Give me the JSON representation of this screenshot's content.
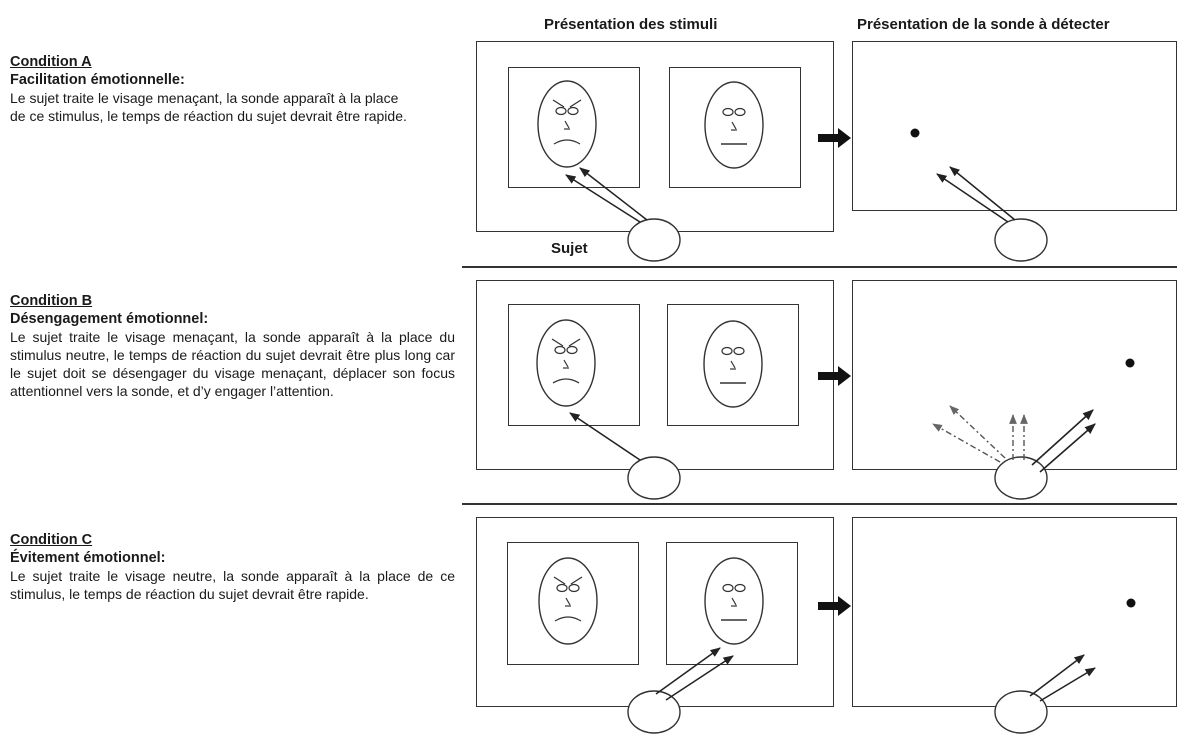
{
  "headers": {
    "stimuli": "Présentation des stimuli",
    "probe": "Présentation de la sonde à détecter"
  },
  "subject_label": "Sujet",
  "conditions": [
    {
      "title": "Condition A",
      "subtitle": "Facilitation émotionnelle:",
      "description": "Le sujet traite le visage menaçant, la sonde apparaît à la place de ce stimulus, le temps de réaction du sujet devrait être rapide."
    },
    {
      "title": "Condition B",
      "subtitle": "Désengagement émotionnel:",
      "description": "Le sujet traite le visage menaçant, la sonde apparaît à la place du stimulus neutre, le temps de réaction du sujet devrait être plus long car le sujet doit se désengager du visage menaçant, déplacer son focus attentionnel vers la sonde, et d’y engager l’attention."
    },
    {
      "title": "Condition C",
      "subtitle": "Évitement émotionnel:",
      "description": "Le sujet traite le visage neutre, la sonde apparaît à la place de ce stimulus, le temps de réaction du sujet devrait être rapide."
    }
  ]
}
